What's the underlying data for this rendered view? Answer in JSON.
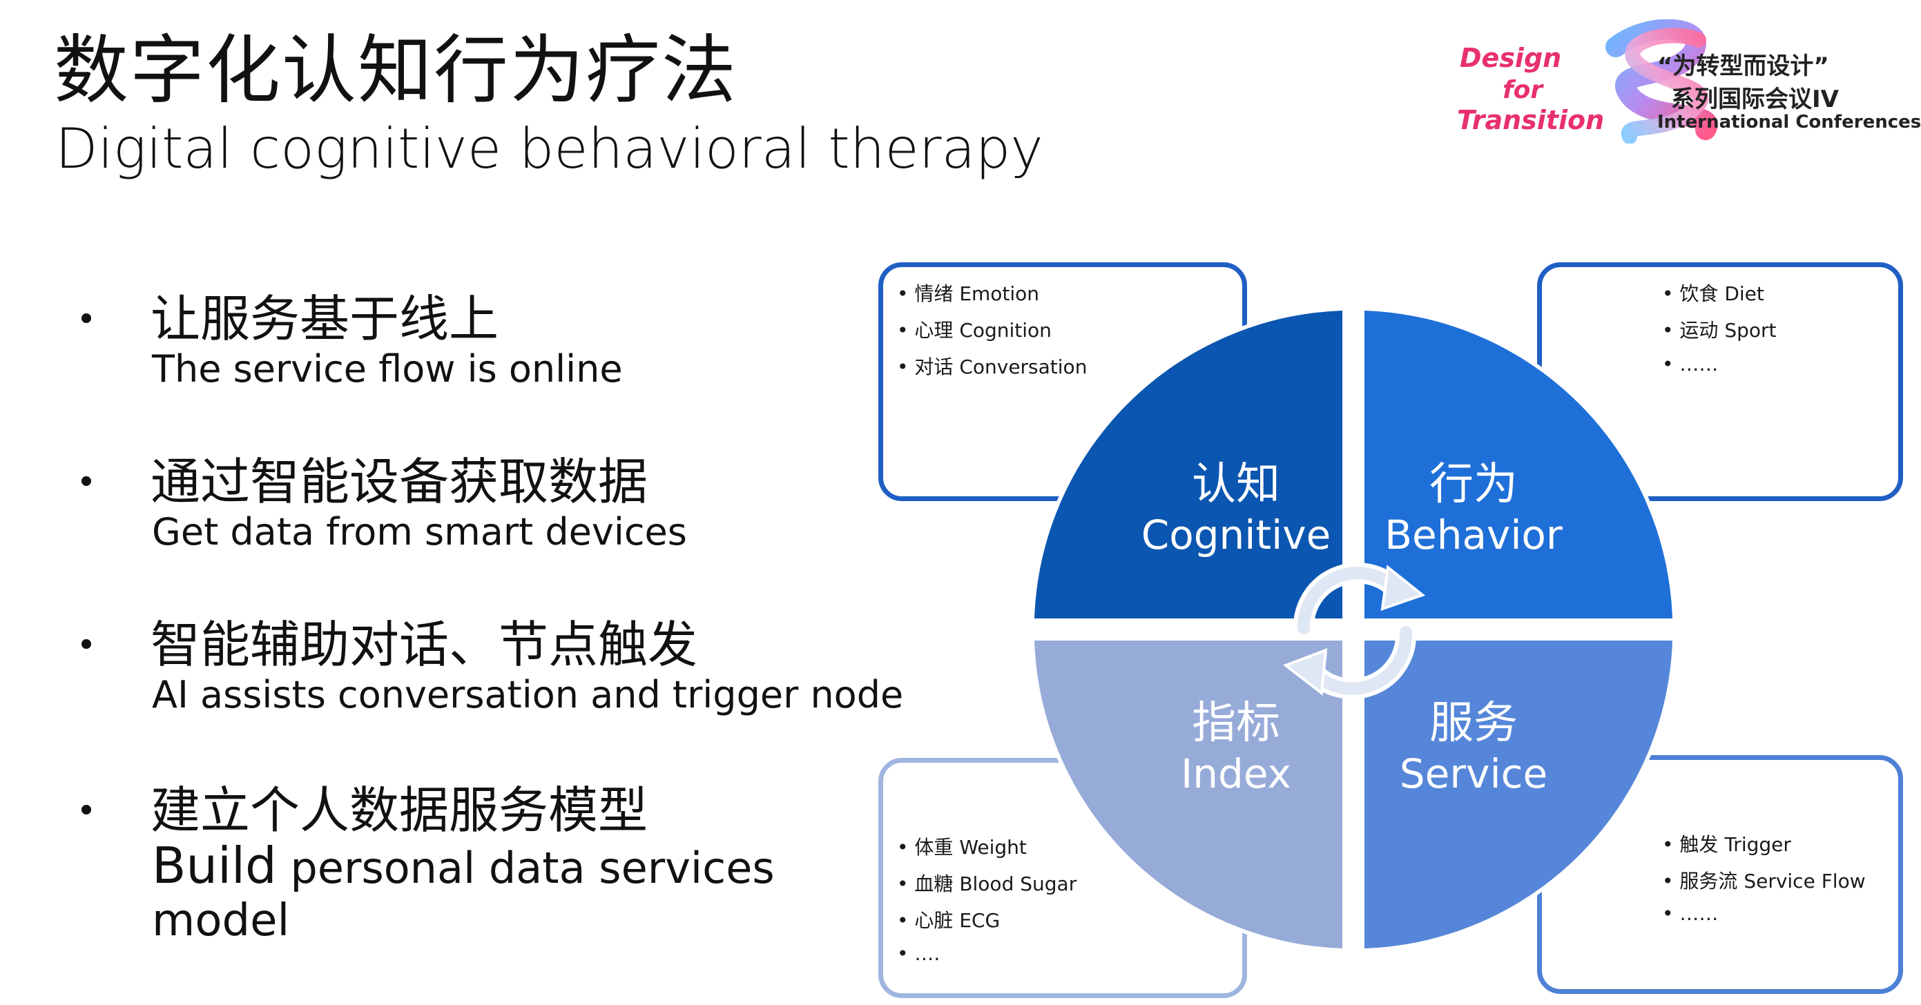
{
  "title": {
    "zh": "数字化认知行为疗法",
    "en": "Digital cognitive behavioral therapy"
  },
  "logo": {
    "design": "Design",
    "for": "for",
    "transition": "Transition",
    "conf_zh_1": "“为转型而设计”",
    "conf_zh_2": "系列国际会议IV",
    "conf_en": "International Conferences IV"
  },
  "bullets": [
    {
      "zh": "让服务基于线上",
      "en": "The service flow is online"
    },
    {
      "zh": "通过智能设备获取数据",
      "en": "Get data from smart devices"
    },
    {
      "zh": "智能辅助对话、节点触发",
      "en": "AI assists conversation and trigger node"
    },
    {
      "zh": "建立个人数据服务模型",
      "en_line1_big": "Build",
      "en_line1_rest": " personal data services",
      "en_line2": "model"
    }
  ],
  "diagram": {
    "quadrants": [
      {
        "zh": "认知",
        "en": "Cognitive",
        "color": "#0b56b0"
      },
      {
        "zh": "行为",
        "en": "Behavior",
        "color": "#1f6fd8"
      },
      {
        "zh": "指标",
        "en": "Index",
        "color": "#97abd9"
      },
      {
        "zh": "服务",
        "en": "Service",
        "color": "#5586d9"
      }
    ],
    "boxes": {
      "cognitive": [
        "• 情绪 Emotion",
        "• 心理 Cognition",
        "• 对话 Conversation"
      ],
      "behavior": [
        "• 饮食 Diet",
        "• 运动 Sport",
        "• ……"
      ],
      "index": [
        "• 体重 Weight",
        "• 血糖 Blood Sugar",
        "• 心脏 ECG",
        "• …."
      ],
      "service": [
        "• 触发 Trigger",
        "• 服务流 Service Flow",
        "• ……"
      ]
    }
  }
}
